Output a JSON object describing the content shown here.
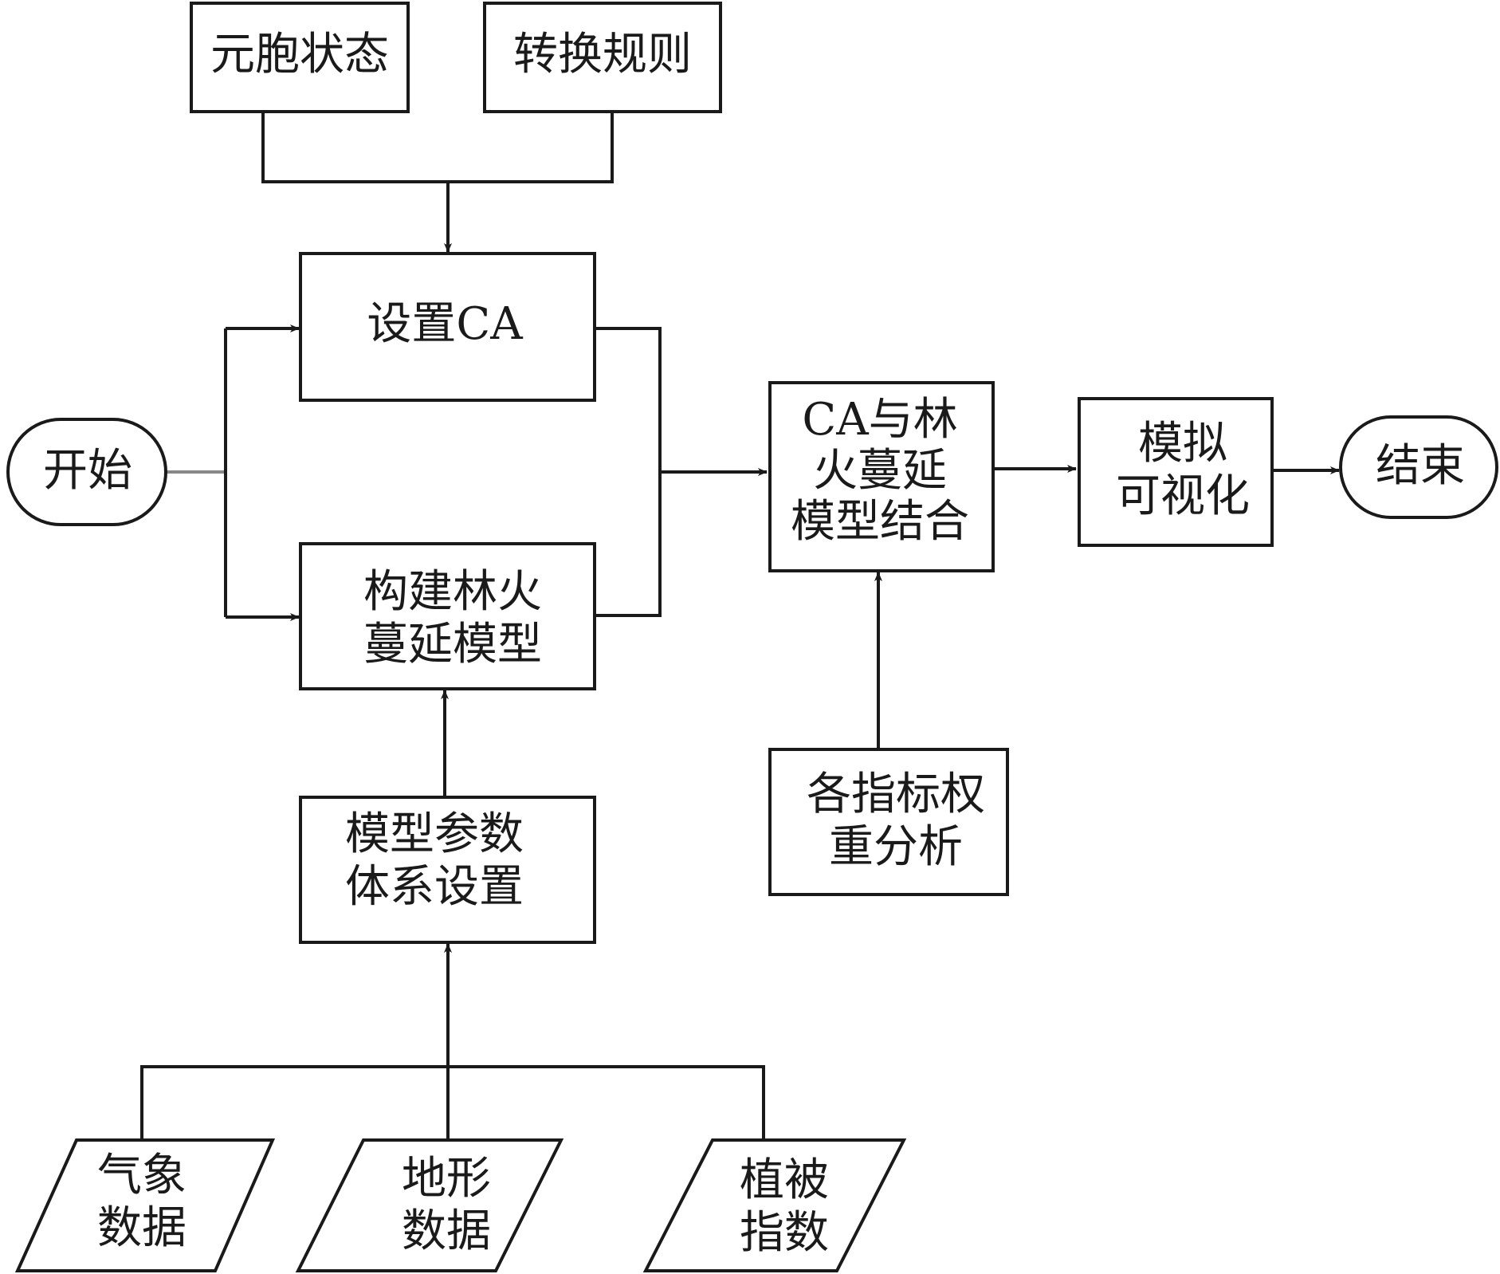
{
  "nodes": {
    "cell_state": {
      "lines": [
        "元胞状态"
      ]
    },
    "transition_rules": {
      "lines": [
        "转换规则"
      ]
    },
    "setup_ca": {
      "lines": [
        "设置CA"
      ]
    },
    "build_model": {
      "lines": [
        "构建林火",
        "蔓延模型"
      ]
    },
    "start": {
      "lines": [
        "开始"
      ]
    },
    "combine": {
      "lines": [
        "CA与林",
        "火蔓延",
        "模型结合"
      ]
    },
    "visualize": {
      "lines": [
        "模拟",
        "可视化"
      ]
    },
    "end": {
      "lines": [
        "结束"
      ]
    },
    "weights": {
      "lines": [
        "各指标权",
        "重分析"
      ]
    },
    "params": {
      "lines": [
        "模型参数",
        "体系设置"
      ]
    },
    "weather": {
      "lines": [
        "气象",
        "数据"
      ]
    },
    "terrain": {
      "lines": [
        "地形",
        "数据"
      ]
    },
    "vegetation": {
      "lines": [
        "植被",
        "指数"
      ]
    }
  },
  "colors": {
    "stroke": "#1a1a1a",
    "background": "#ffffff"
  }
}
